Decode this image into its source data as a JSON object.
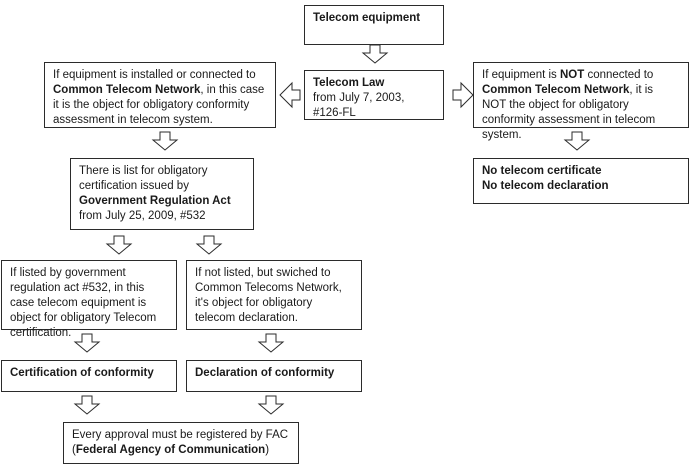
{
  "boxes": {
    "telecom_equipment": {
      "title": "Telecom equipment"
    },
    "telecom_law": {
      "title": "Telecom Law",
      "text": "from July 7, 2003, #126-FL"
    },
    "installed": {
      "pre": "If equipment is installed or connected to",
      "bold": "Common Telecom Network",
      "post": ", in this case it is the object for obligatory conformity assessment in telecom system."
    },
    "not_connected": {
      "pre": "If equipment is ",
      "bold1": "NOT",
      "mid": " connected to",
      "bold2": "Common Telecom Network",
      "post": ", it is NOT the object for obligatory conformity assessment in telecom system."
    },
    "no_certificate": {
      "line1": "No telecom certificate",
      "line2": "No telecom declaration"
    },
    "list": {
      "pre": "There is list for obligatory certification issued by",
      "bold": "Government Regulation Act",
      "post": " from July 25, 2009, #532"
    },
    "listed": {
      "text": "If listed by government regulation act #532, in this case telecom equipment is object for obligatory Telecom certification."
    },
    "not_listed": {
      "text": "If not listed, but swiched to Common Telecoms Network, it's object for obligatory telecom declaration."
    },
    "certification": {
      "title": "Certification of conformity"
    },
    "declaration": {
      "title": "Declaration of conformity"
    },
    "registered": {
      "pre": "Every approval must be registered by FAC",
      "open": "(",
      "bold": "Federal Agency of Communication",
      "close": ")"
    }
  }
}
